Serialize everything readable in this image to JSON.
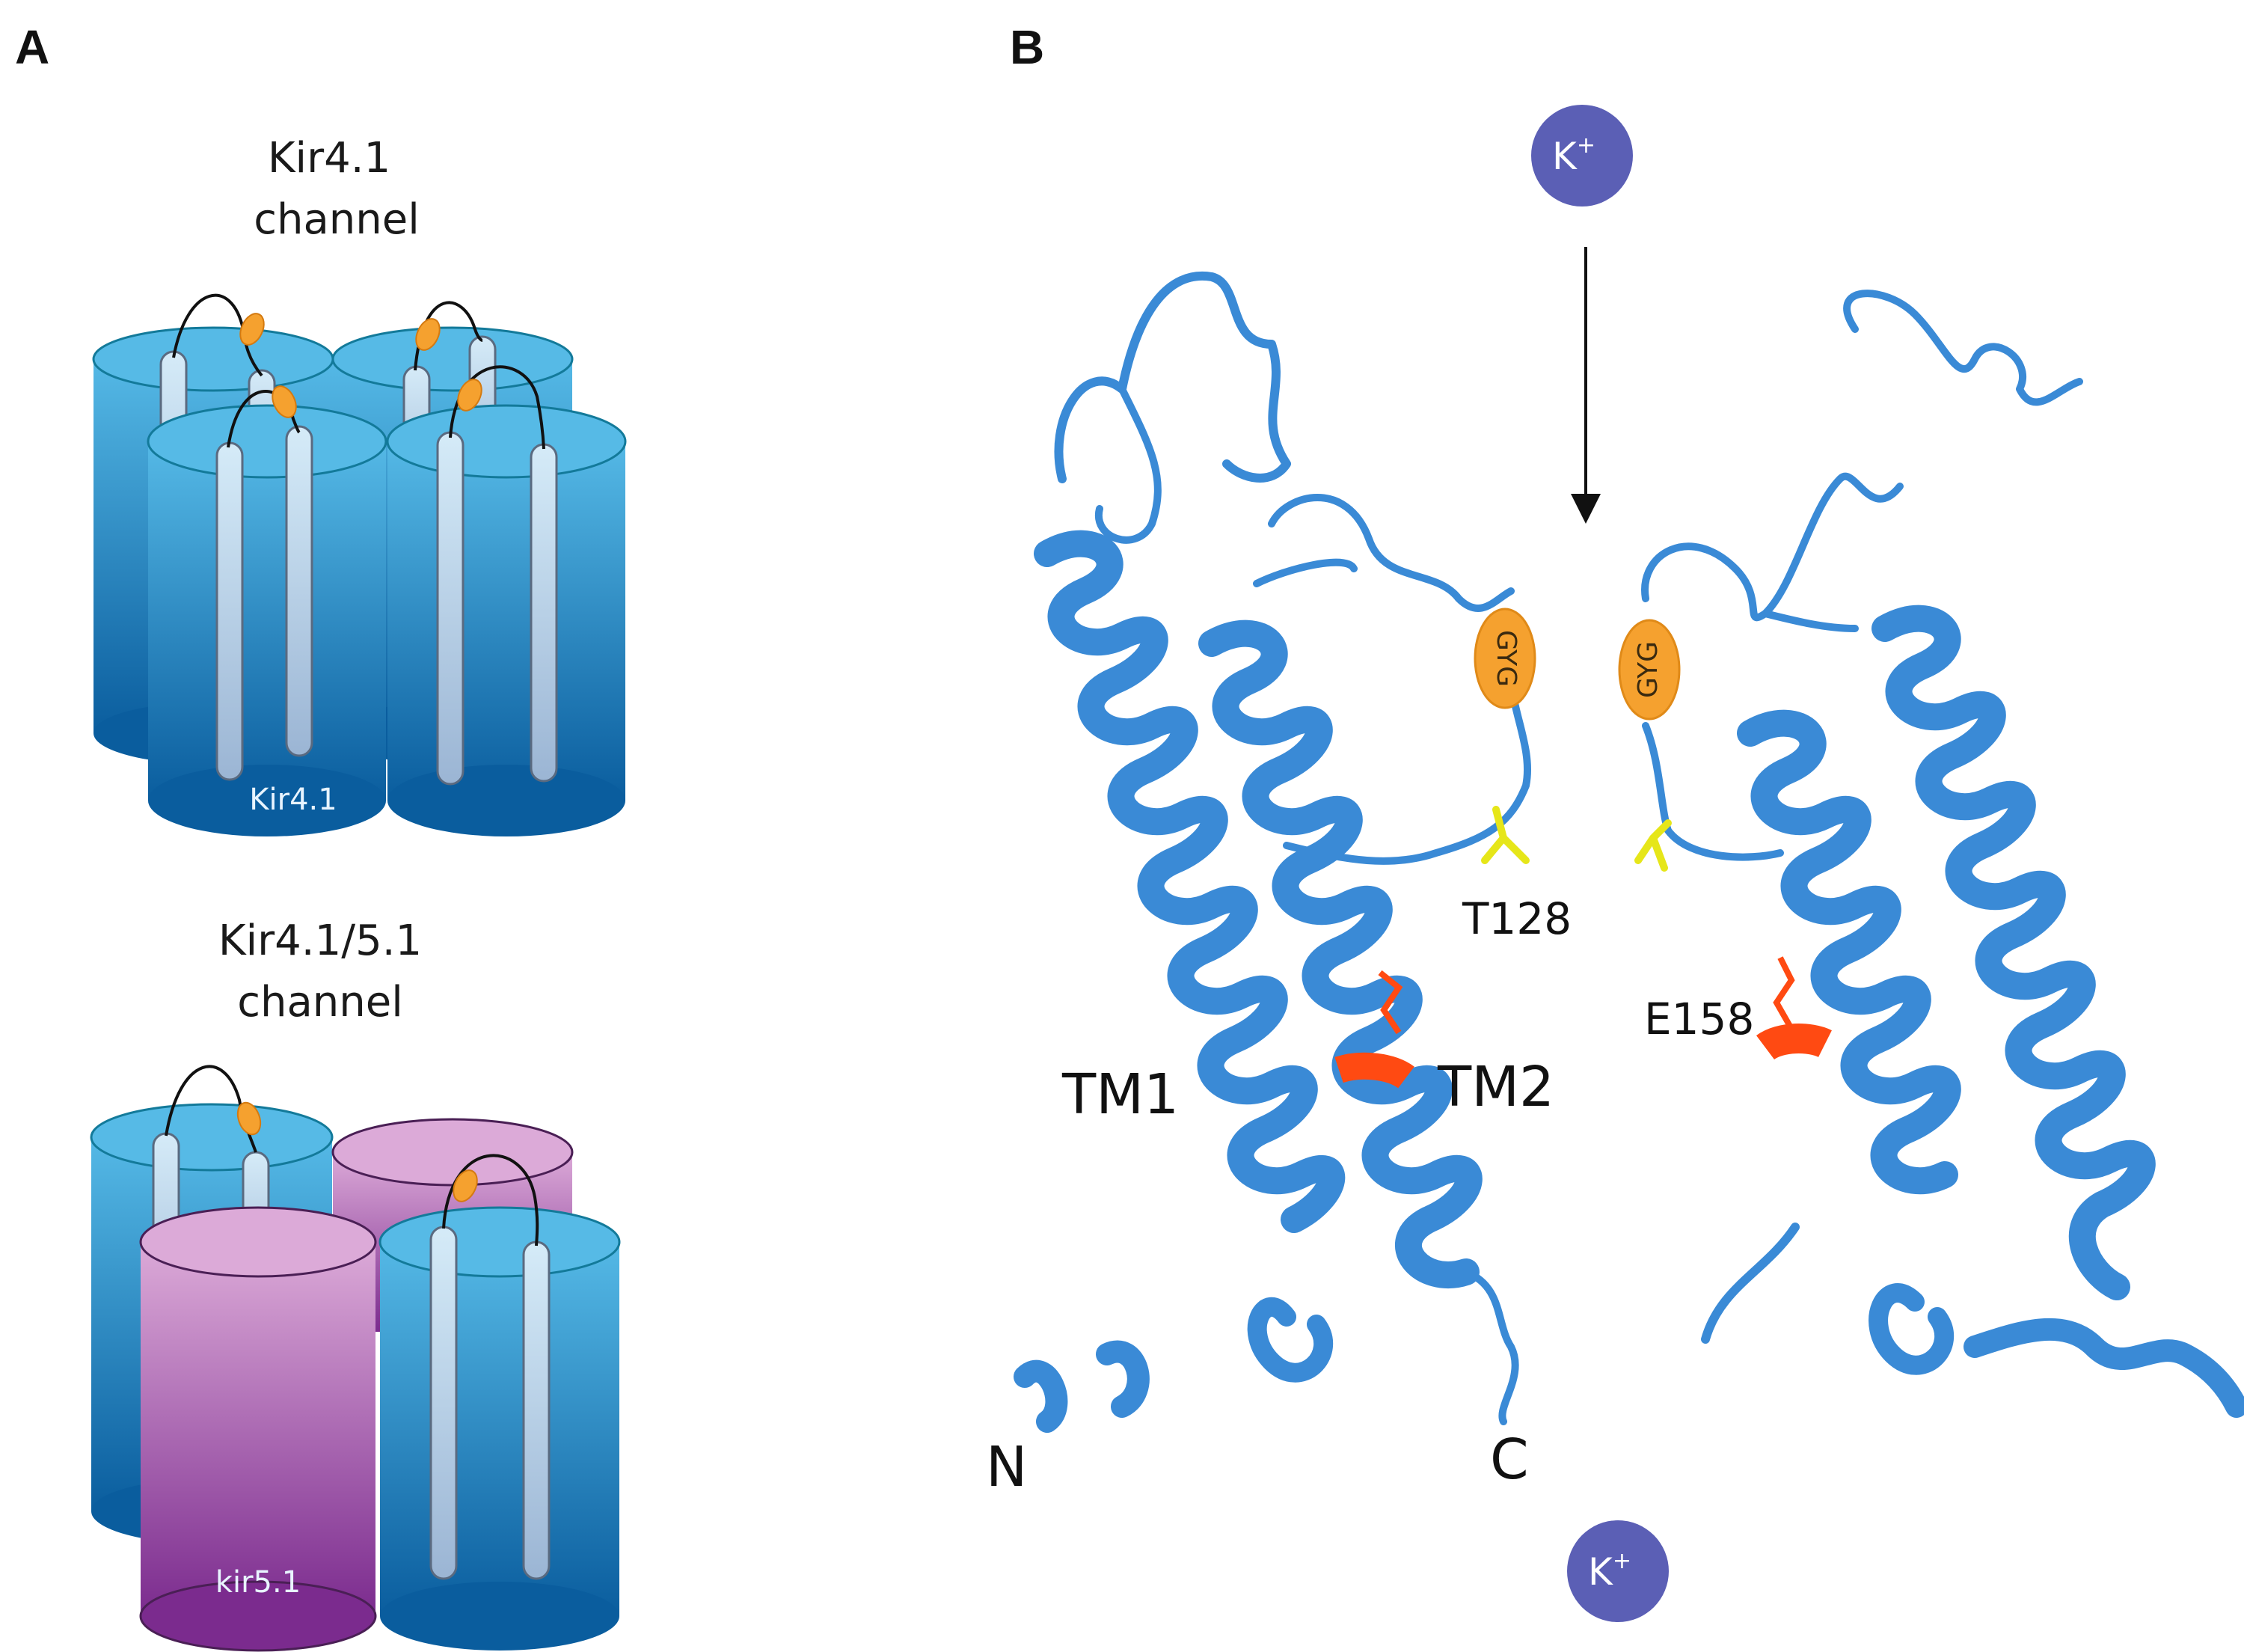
{
  "panel_a": {
    "letter": "A",
    "kir41_title_line1": "Kir4.1",
    "kir41_title_line2": "channel",
    "kir41_subunit_label": "Kir4.1",
    "kir4151_title_line1": "Kir4.1/5.1",
    "kir4151_title_line2": "channel",
    "kir51_subunit_label": "kir5.1"
  },
  "panel_b": {
    "letter": "B",
    "ion_top": "K",
    "ion_top_charge": "+",
    "ion_bottom": "K",
    "ion_bottom_charge": "+",
    "selectivity_left": "GYG",
    "selectivity_right": "GYG",
    "residue_t128": "T128",
    "residue_e158": "E158",
    "helix_tm1": "TM1",
    "helix_tm2": "TM2",
    "terminus_n": "N",
    "terminus_c": "C"
  },
  "colors": {
    "kir41_top": "#4fb3e0",
    "kir41_bottom": "#0a5ea0",
    "kir51_top": "#d9a6d4",
    "kir51_bottom": "#7a2a8c",
    "protein_ribbon": "#3a8ad6",
    "gyg_fill": "#f5a12f",
    "t128_color": "#e6e619",
    "e158_color": "#ff4a12",
    "ion_fill": "#5b5fb5"
  }
}
